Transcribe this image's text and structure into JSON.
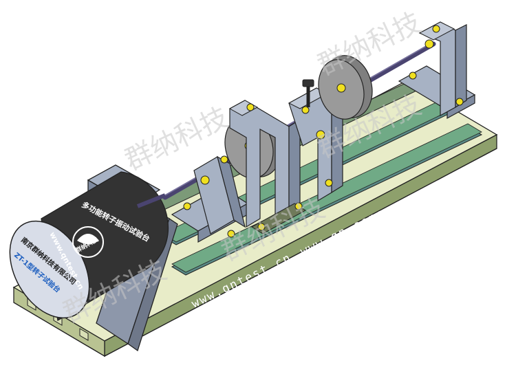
{
  "watermarks": [
    "群纳科技",
    "群纳科技",
    "群纳科技",
    "群纳科技",
    "群纳科技"
  ],
  "urls": [
    "www.qntest.cn",
    "www.qn-sensor.com"
  ],
  "motor": {
    "title": "多功能转子振动试验台",
    "url": "www.qntest.cn",
    "company": "南京群纳科技有限公司",
    "model": "ZT-1型转子试验台",
    "logo": "群纳科技"
  },
  "colors": {
    "base": "#e8ecc8",
    "base_side": "#8ea06c",
    "rail": "#5a8a86",
    "rail_green": "#70aa86",
    "support": "#a7b2c4",
    "support_dark": "#7f8ba0",
    "disc": "#9a9a9a",
    "shaft": "#4a4470",
    "bolt": "#f0e020",
    "motor_body": "#333333",
    "motor_face": "#d8dde8",
    "text_blue": "#1e5fbf"
  }
}
